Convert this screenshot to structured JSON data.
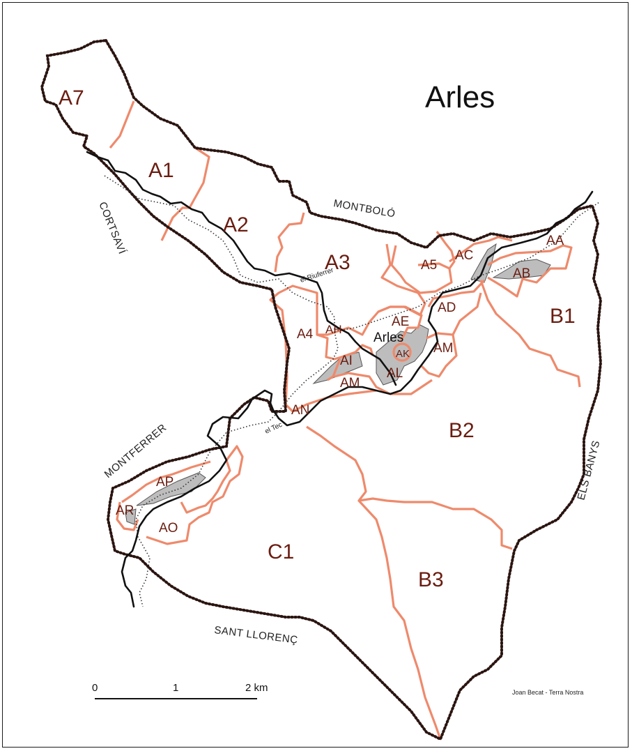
{
  "title": "Arles",
  "town": "Arles",
  "neighbors": {
    "montbolo": "MONTBOLÓ",
    "cortsavi": "CORTSAVÍ",
    "montferrer": "MONTFERRER",
    "els_banys": "ELS BANYS",
    "sant_llorenc": "SANT LLORENÇ"
  },
  "rivers": {
    "riuferrer": "el Riuferrer",
    "tec": "el Tec"
  },
  "sections": {
    "A7": "A7",
    "A1": "A1",
    "A2": "A2",
    "A3": "A3",
    "A4": "A4",
    "A5": "A5",
    "AA": "AA",
    "AB": "AB",
    "AC": "AC",
    "AD": "AD",
    "AE": "AE",
    "AH": "AH",
    "AI": "AI",
    "AK": "AK",
    "AL": "AL",
    "AM1": "AM",
    "AM2": "AM",
    "AN": "AN",
    "AO": "AO",
    "AP": "AP",
    "AR": "AR",
    "B1": "B1",
    "B2": "B2",
    "B3": "B3",
    "C1": "C1"
  },
  "scale": {
    "tick0": "0",
    "tick1": "1",
    "tick2": "2 km"
  },
  "credit": "Joan Becat - Terra Nostra",
  "colors": {
    "commune_border": "#2b1511",
    "section_border": "#ee8a6c",
    "label": "#6a1c10",
    "urban": "#bdbdbd"
  }
}
